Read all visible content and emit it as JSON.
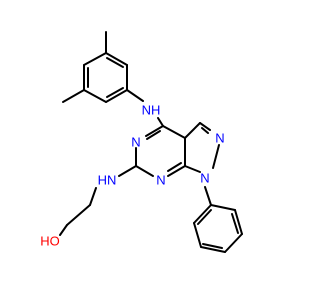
{
  "molecule": {
    "atoms": {
      "amine_nh_top": "NH",
      "pyrimidine_n3": "N",
      "pyrazole_n2": "N",
      "pyrazole_n1": "N",
      "pyrimidine_n7": "N",
      "amine_nh_chain": "HN",
      "hydroxyl": "HO"
    },
    "colors": {
      "bond": "#000000",
      "nitrogen": "#0000ff",
      "oxygen": "#ff0000",
      "background": "#ffffff"
    }
  }
}
